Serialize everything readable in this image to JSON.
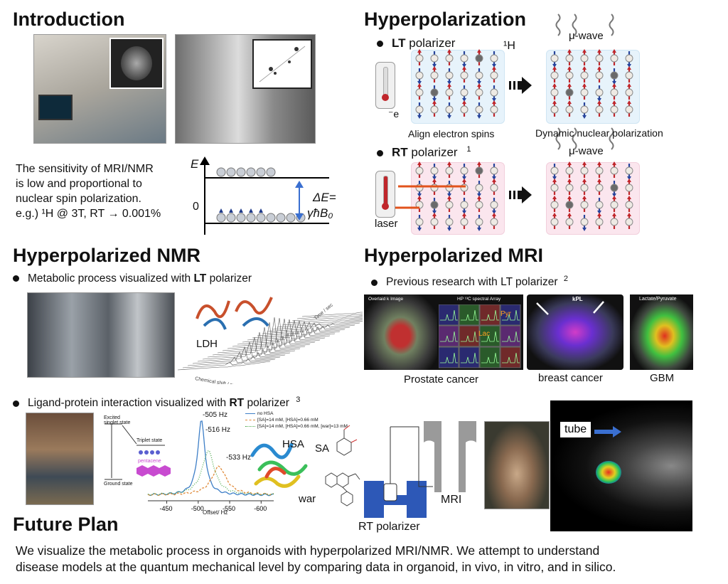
{
  "intro": {
    "title": "Introduction",
    "text": [
      "The sensitivity of MRI/NMR",
      "is low and proportional to",
      "nuclear spin polarization.",
      "e.g.) ¹H @ 3T, RT → 0.001%"
    ],
    "energy_label": "E",
    "zero_label": "0",
    "delta_e": "ΔE=",
    "delta_e_formula": "γħB₀"
  },
  "hyperpol": {
    "title": "Hyperpolarization",
    "lt_bold": "LT",
    "lt_rest": " polarizer",
    "h1": "¹H",
    "e_label": "⁻e",
    "align": "Align electron spins",
    "dnp": "Dynamic nuclear polarization",
    "mu_wave_1": "μ-wave",
    "rt_bold": "RT",
    "rt_rest": " polarizer",
    "rt_sup": "1",
    "mu_wave_2": "μ-wave",
    "laser": "laser"
  },
  "nmr": {
    "title": "Hyperpolarized NMR",
    "b1_pre": "Metabolic process visualized with ",
    "b1_bold": "LT",
    "b1_post": " polarizer",
    "ldh": "LDH",
    "b2_pre": "Ligand-protein interaction visualized with ",
    "b2_bold": "RT",
    "b2_post": " polarizer",
    "b2_sup": "3",
    "hsa": "HSA",
    "sa": "SA",
    "war": "war",
    "peak1": "-505 Hz",
    "peak2": "-516 Hz",
    "peak3": "-533 Hz",
    "legend": [
      "no HSA",
      "[SA]=14 mM, [HSA]=0.66 mM",
      "[SA]=14 mM, [HSA]=0.66 mM, [war]=13 mM"
    ],
    "x_ticks": [
      "-450",
      "-500",
      "-550",
      "-600"
    ],
    "x_label": "Offset/ Hz",
    "state_excited": "Excited singlet state",
    "state_triplet": "Triplet state",
    "state_ground": "Ground state",
    "pentacene": "pentacene"
  },
  "mri": {
    "title": "Hyperpolarized MRI",
    "b1": "Previous research with LT polarizer",
    "b1_sup": "2",
    "prostate": "Prostate cancer",
    "breast": "breast cancer",
    "gbm": "GBM",
    "img1_label": "Overlaid k Image",
    "img2_label": "HP ¹³C spectral Array",
    "pyr": "Pyr",
    "lac": "Lac",
    "kpl": "kPL",
    "lactate_pyruvate": "Lactate/Pyruvate",
    "rt_polarizer": "RT polarizer",
    "mri_label": "MRI",
    "tube": "tube"
  },
  "future": {
    "title": "Future Plan",
    "line1": "We visualize the metabolic process in organoids with hyperpolarized MRI/NMR. We attempt to understand",
    "line2": "disease models at the quantum mechanical level by comparing data in organoid, in vivo, in vitro, and in silico."
  },
  "colors": {
    "arrow_blue": "#3a6fd0",
    "spin_red": "#c0262b",
    "spin_blue": "#27449c",
    "laser_orange": "#e2531c"
  }
}
